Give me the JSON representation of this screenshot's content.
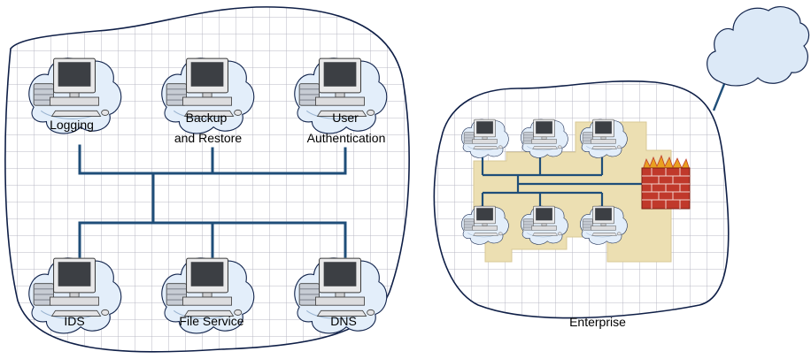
{
  "services": {
    "logging": "Logging",
    "backup_line1": "Backup",
    "backup_line2": "and Restore",
    "auth_line1": "User",
    "auth_line2": "Authentication",
    "ids": "IDS",
    "file_service": "File Service",
    "dns": "DNS"
  },
  "enterprise": {
    "label": "Enterprise"
  },
  "colors": {
    "network_line": "#1f4e79",
    "grid_line": "#b9b9c4",
    "cloud_fill": "#e3eefa",
    "cloud_stroke": "#14264e",
    "building_fill": "#ecdfb2",
    "firewall_brick": "#c0392b",
    "firewall_flame": "#e9a020",
    "internet_cloud_fill": "#dce9f7"
  }
}
